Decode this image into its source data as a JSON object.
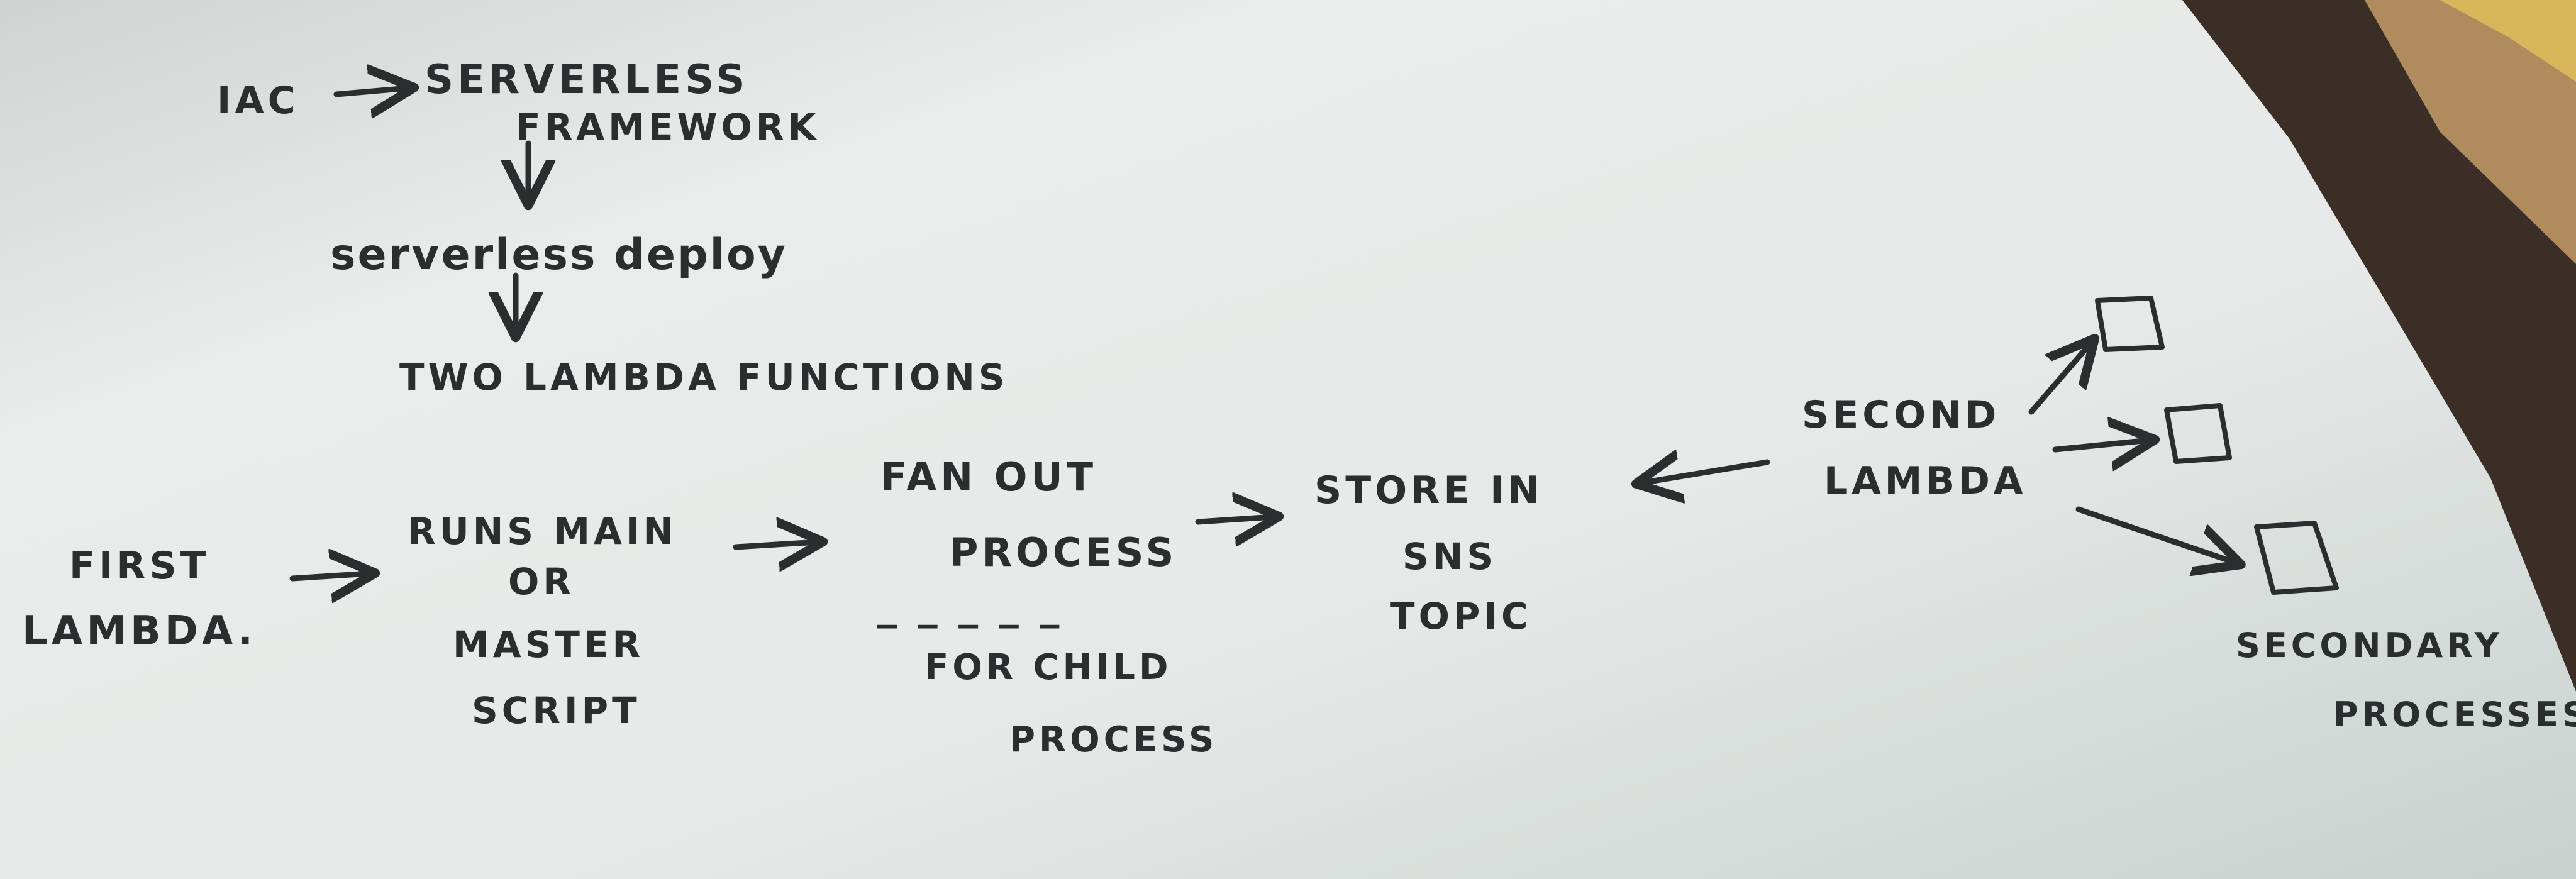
{
  "whiteboard": {
    "iac_label": "IAC",
    "serverless_line1": "SERVERLESS",
    "serverless_line2": "FRAMEWORK",
    "deploy_command": "serverless deploy",
    "two_lambda": "TWO LAMBDA FUNCTIONS",
    "first_lambda_line1": "FIRST",
    "first_lambda_line2": "LAMBDA.",
    "runs_line1": "RUNS MAIN",
    "runs_line2": "OR",
    "runs_line3": "MASTER",
    "runs_line4": "SCRIPT",
    "fan_out_line1": "FAN OUT",
    "fan_out_line2": "PROCESS",
    "dashes": "_ _ _ _ _",
    "child_line1": "FOR CHILD",
    "child_line2": "PROCESS",
    "store_line1": "STORE IN",
    "store_line2": "SNS",
    "store_line3": "TOPIC",
    "second_lambda_line1": "SECOND",
    "second_lambda_line2": "LAMBDA",
    "secondary_line1": "SECONDARY",
    "secondary_line2": "PROCESSES"
  },
  "colors": {
    "board": "#e4e7e5",
    "ink": "#2b2d2f",
    "frame": "#3a2e26",
    "cardboard": "#b08b5e"
  }
}
